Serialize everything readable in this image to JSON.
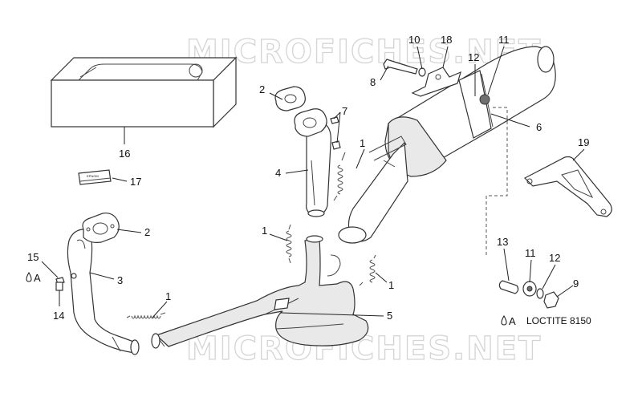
{
  "watermark": "MICROFICHES.NET",
  "kit_label": "EPNOM",
  "labels": {
    "p1a": "1",
    "p1b": "1",
    "p1c": "1",
    "p1d": "1",
    "p2a": "2",
    "p2b": "2",
    "p3": "3",
    "p4": "4",
    "p5": "5",
    "p6": "6",
    "p7": "7",
    "p8": "8",
    "p9": "9",
    "p10": "10",
    "p11a": "11",
    "p11b": "11",
    "p12a": "12",
    "p12b": "12",
    "p13": "13",
    "p14": "14",
    "p15": "15",
    "p16": "16",
    "p17": "17",
    "p18": "18",
    "p19": "19"
  },
  "markers": {
    "a_left": "A",
    "a_note": "A"
  },
  "legend": {
    "loctite": "LOCTITE 8150"
  }
}
